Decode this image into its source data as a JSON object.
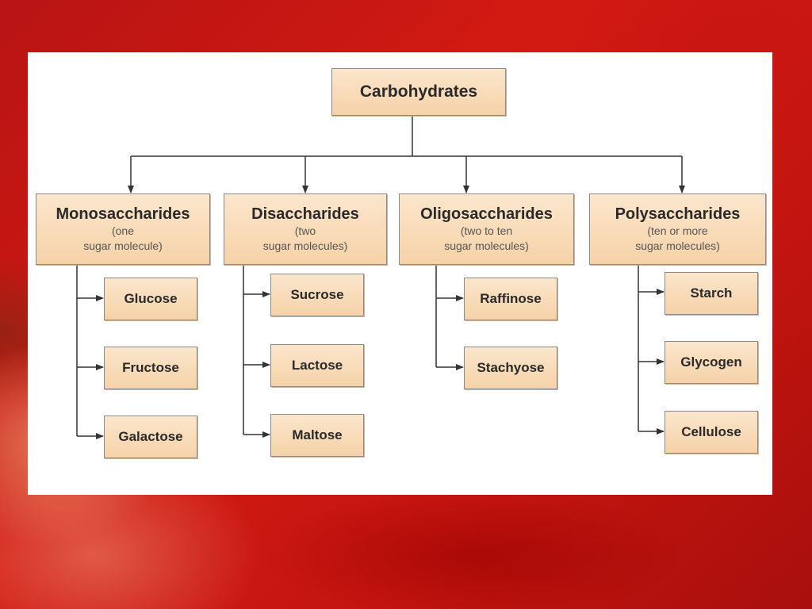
{
  "diagram": {
    "root": "Carbohydrates",
    "categories": [
      {
        "name": "Monosaccharides",
        "desc1": "(one",
        "desc2": "sugar molecule)",
        "items": [
          "Glucose",
          "Fructose",
          "Galactose"
        ]
      },
      {
        "name": "Disaccharides",
        "desc1": "(two",
        "desc2": "sugar molecules)",
        "items": [
          "Sucrose",
          "Lactose",
          "Maltose"
        ]
      },
      {
        "name": "Oligosaccharides",
        "desc1": "(two to ten",
        "desc2": "sugar molecules)",
        "items": [
          "Raffinose",
          "Stachyose"
        ]
      },
      {
        "name": "Polysaccharides",
        "desc1": "(ten or more",
        "desc2": "sugar molecules)",
        "items": [
          "Starch",
          "Glycogen",
          "Cellulose"
        ]
      }
    ]
  },
  "colors": {
    "box_fill_top": "#fbe6cc",
    "box_fill_bottom": "#f5d2a8",
    "line": "#333333",
    "background": "#c41510"
  }
}
